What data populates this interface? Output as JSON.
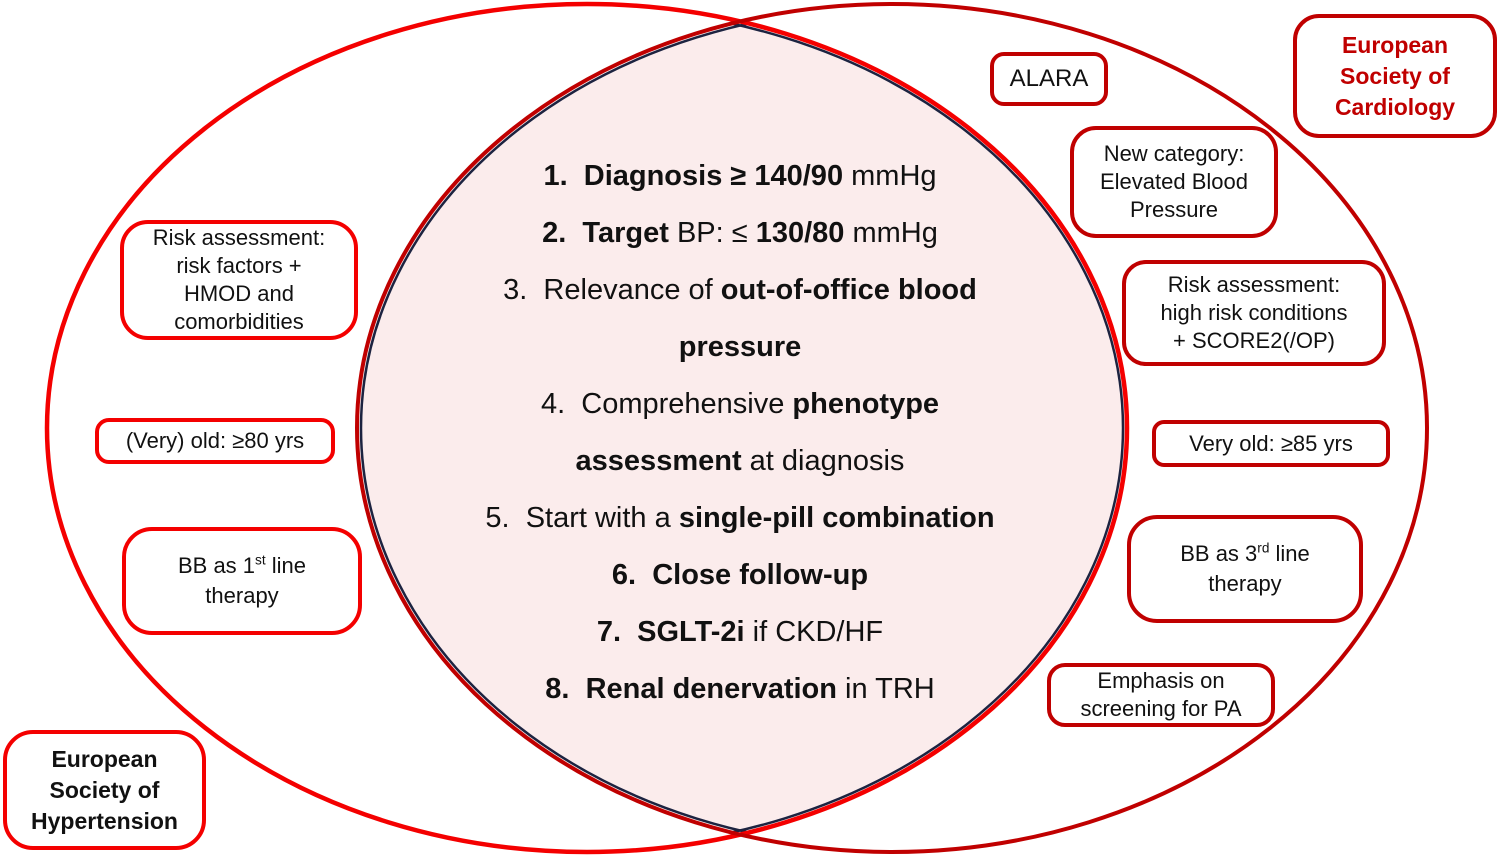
{
  "colors": {
    "esh_red": "#f40000",
    "esc_red": "#c00000",
    "lens_fill": "#fbecec",
    "lens_stroke": "#1c2340",
    "text": "#111111"
  },
  "esh": {
    "label": {
      "lines": [
        "European",
        "Society of",
        "Hypertension"
      ]
    },
    "boxes": {
      "risk_assessment": {
        "lines": [
          "Risk assessment:",
          "risk factors +",
          "HMOD and",
          "comorbidities"
        ]
      },
      "very_old": {
        "lines": [
          "(Very) old: ≥80 yrs"
        ]
      },
      "bb_line": {
        "lines": [
          [
            {
              "t": "BB as 1"
            },
            {
              "t": "st",
              "sup": true
            },
            {
              "t": " line"
            }
          ],
          "therapy"
        ]
      }
    }
  },
  "esc": {
    "label": {
      "lines": [
        "European",
        "Society of",
        "Cardiology"
      ]
    },
    "boxes": {
      "alara": {
        "lines": [
          "ALARA"
        ]
      },
      "new_category": {
        "lines": [
          "New category:",
          "Elevated Blood",
          "Pressure"
        ]
      },
      "risk_assessment": {
        "lines": [
          "Risk assessment:",
          "high risk conditions",
          "+ SCORE2(/OP)"
        ]
      },
      "very_old": {
        "lines": [
          "Very old: ≥85 yrs"
        ]
      },
      "bb_line": {
        "lines": [
          [
            {
              "t": "BB as 3"
            },
            {
              "t": "rd",
              "sup": true
            },
            {
              "t": " line"
            }
          ],
          "therapy"
        ]
      },
      "pa_screening": {
        "lines": [
          "Emphasis on",
          "screening for PA"
        ]
      }
    }
  },
  "shared": {
    "items": [
      {
        "name": "diagnosis-threshold",
        "lines": [
          [
            {
              "t": "1.  Diagnosis ≥ 140/90",
              "b": true
            },
            {
              "t": " mmHg"
            }
          ]
        ]
      },
      {
        "name": "target-bp",
        "lines": [
          [
            {
              "t": "2.  Target",
              "b": true
            },
            {
              "t": " BP: ≤ "
            },
            {
              "t": "130/80",
              "b": true
            },
            {
              "t": " mmHg"
            }
          ]
        ]
      },
      {
        "name": "out-of-office-bp",
        "lines": [
          [
            {
              "t": "3.  Relevance of "
            },
            {
              "t": "out-of-office blood",
              "b": true
            }
          ],
          [
            {
              "t": "pressure",
              "b": true
            }
          ]
        ]
      },
      {
        "name": "phenotype-assessment",
        "lines": [
          [
            {
              "t": "4.  Comprehensive "
            },
            {
              "t": "phenotype",
              "b": true
            }
          ],
          [
            {
              "t": "assessment",
              "b": true
            },
            {
              "t": " at diagnosis"
            }
          ]
        ]
      },
      {
        "name": "single-pill-combination",
        "lines": [
          [
            {
              "t": "5.  Start with a "
            },
            {
              "t": "single-pill combination",
              "b": true
            }
          ]
        ]
      },
      {
        "name": "close-follow-up",
        "lines": [
          [
            {
              "t": "6.  Close follow-up",
              "b": true
            }
          ]
        ]
      },
      {
        "name": "sglt2i",
        "lines": [
          [
            {
              "t": "7.  SGLT-2i",
              "b": true
            },
            {
              "t": " if CKD/HF"
            }
          ]
        ]
      },
      {
        "name": "renal-denervation",
        "lines": [
          [
            {
              "t": "8.  Renal denervation",
              "b": true
            },
            {
              "t": " in TRH"
            }
          ]
        ]
      }
    ]
  }
}
